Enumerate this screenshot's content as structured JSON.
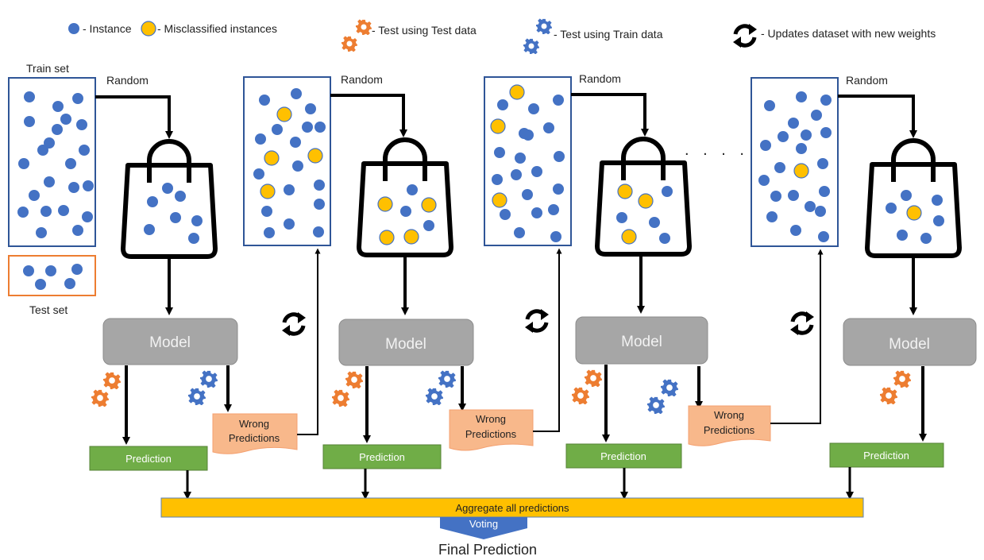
{
  "legend": {
    "instance": "- Instance",
    "misclassified": "- Misclassified instances",
    "test_using_test": "- Test using Test data",
    "test_using_train": "- Test using Train data",
    "updates_dataset": "- Updates dataset with new weights"
  },
  "labels": {
    "train_set": "Train set",
    "test_set": "Test set",
    "random": "Random",
    "model": "Model",
    "prediction": "Prediction",
    "wrong_line1": "Wrong",
    "wrong_line2": "Predictions",
    "aggregate": "Aggregate all predictions",
    "voting": "Voting",
    "final_prediction": "Final Prediction",
    "ellipsis": ". . . . ."
  },
  "colors": {
    "instance": "#4472c4",
    "misclassified": "#ffc000",
    "test_gear": "#ed7d31",
    "train_gear": "#4472c4",
    "model_box": "#a6a6a6",
    "prediction_box": "#70ad47",
    "wrong_box": "#f8b88b",
    "aggregate_bar": "#ffc000",
    "voting": "#4472c4",
    "train_border": "#2f5597",
    "test_border": "#ed7d31"
  },
  "stages": [
    {
      "name": "stage-1",
      "set_instances": 22,
      "set_misclassified": 0,
      "bag_instances": 7,
      "bag_misclassified": 0,
      "has_wrong_predictions": true
    },
    {
      "name": "stage-2",
      "set_instances": 17,
      "set_misclassified": 4,
      "bag_instances": 3,
      "bag_misclassified": 4,
      "has_wrong_predictions": true
    },
    {
      "name": "stage-3",
      "set_instances": 19,
      "set_misclassified": 3,
      "bag_instances": 4,
      "bag_misclassified": 3,
      "has_wrong_predictions": true
    },
    {
      "name": "stage-n",
      "set_instances": 22,
      "set_misclassified": 1,
      "bag_instances": 6,
      "bag_misclassified": 1,
      "has_wrong_predictions": false
    }
  ],
  "test_set_instances": 5
}
